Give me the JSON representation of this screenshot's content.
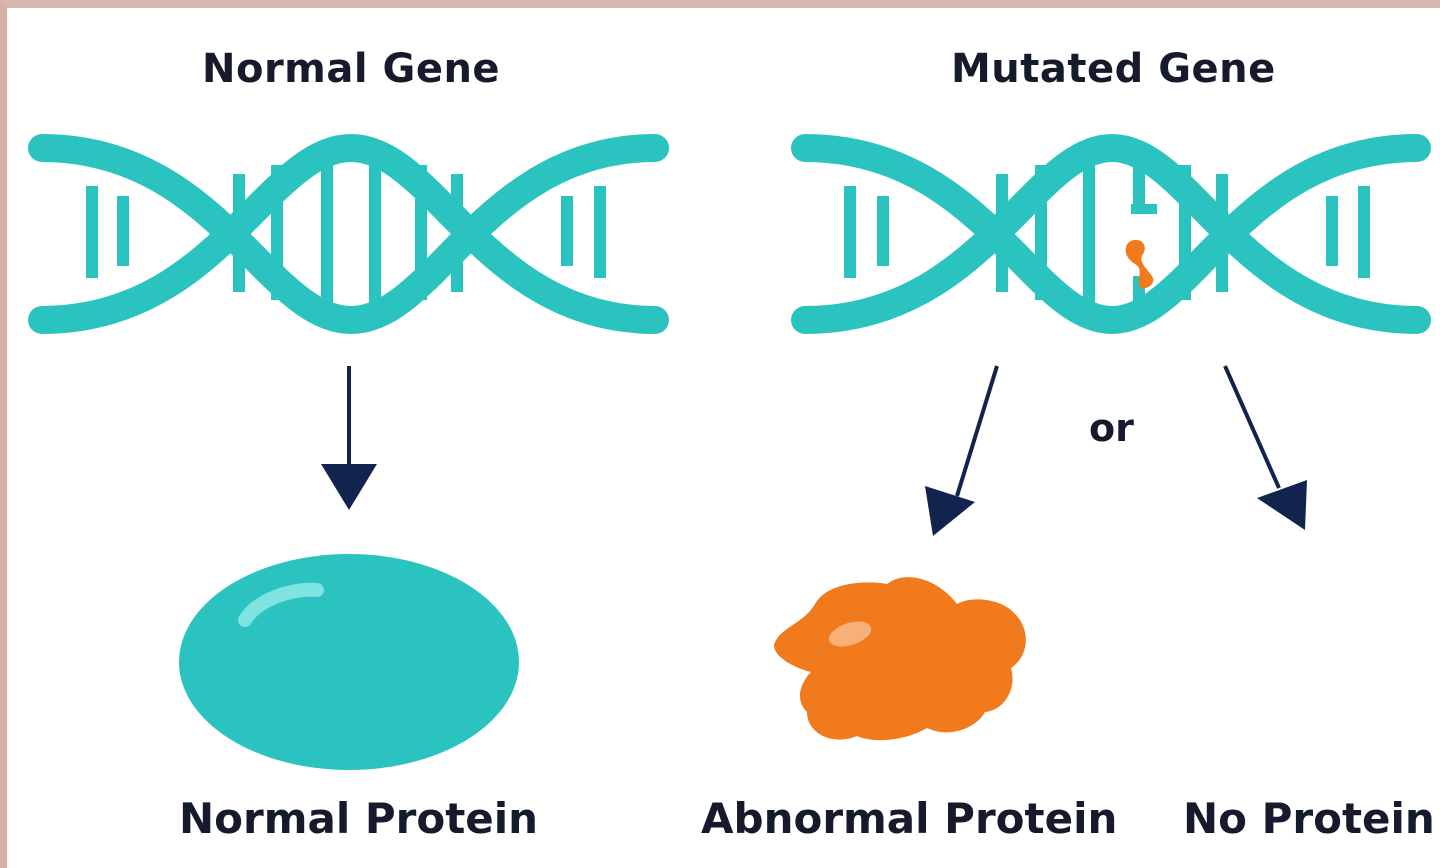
{
  "headings": {
    "normal_gene": "Normal Gene",
    "mutated_gene": "Mutated Gene"
  },
  "connector": {
    "or": "or"
  },
  "outcomes": {
    "normal_protein": "Normal Protein",
    "abnormal_protein": "Abnormal Protein",
    "no_protein": "No Protein"
  },
  "colors": {
    "dna_teal": "#2bc3bf",
    "dna_outline": "#1aa7a3",
    "mutation_orange": "#f07a1c",
    "arrow_navy": "#12244d",
    "text_dark": "#151a2c",
    "frame_border": "#d8b7b2"
  }
}
